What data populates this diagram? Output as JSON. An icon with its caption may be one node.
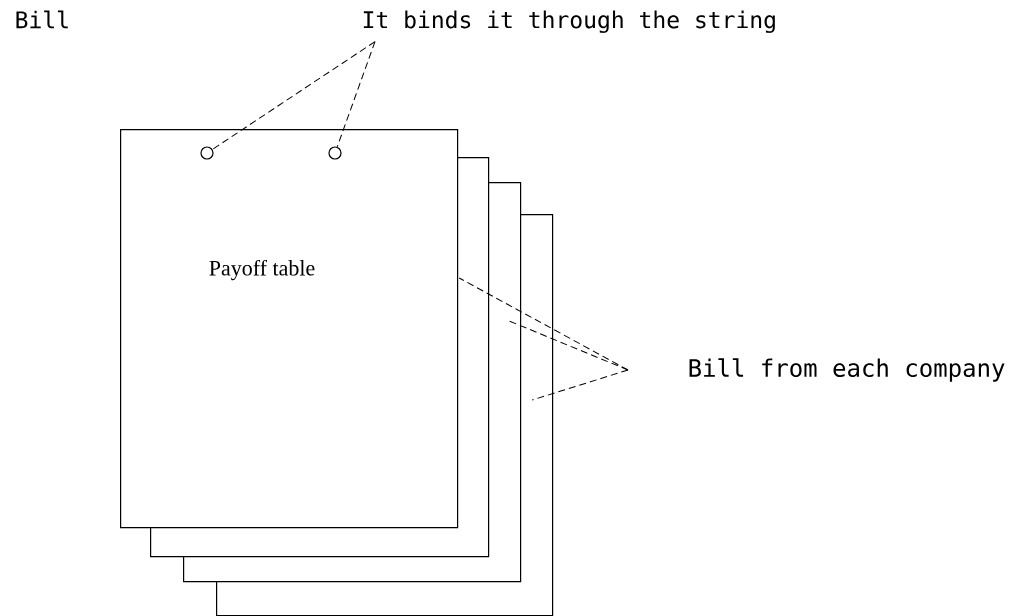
{
  "diagram": {
    "nodes": [
      {
        "text": [
          "Payoff table"
        ]
      },
      {
        "text": [],
        "shape": "box"
      },
      {
        "text": [],
        "shape": "box"
      },
      {
        "text": [],
        "shape": "box"
      },
      {
        "text": [],
        "shape": "circle",
        "in": 0
      },
      {
        "text": [],
        "shape": "circle",
        "in": 0
      },
      {
        "text": [
          "It binds it through the string"
        ]
      },
      {
        "text": [
          "Bill from each company"
        ]
      }
    ],
    "edges": [
      {
        "from": 6,
        "to": 4,
        "arrow": "none",
        "style": "dashed"
      },
      {
        "from": 6,
        "to": 5,
        "arrow": "none",
        "style": "dashed"
      },
      {
        "from": 7,
        "to": 1,
        "arrow": "none",
        "style": "dashed"
      },
      {
        "from": 7,
        "to": 2,
        "arrow": "none",
        "style": "dashed"
      },
      {
        "from": 7,
        "to": 3,
        "arrow": "none",
        "style": "dashed"
      }
    ],
    "labels": [
      "Bill"
    ]
  }
}
